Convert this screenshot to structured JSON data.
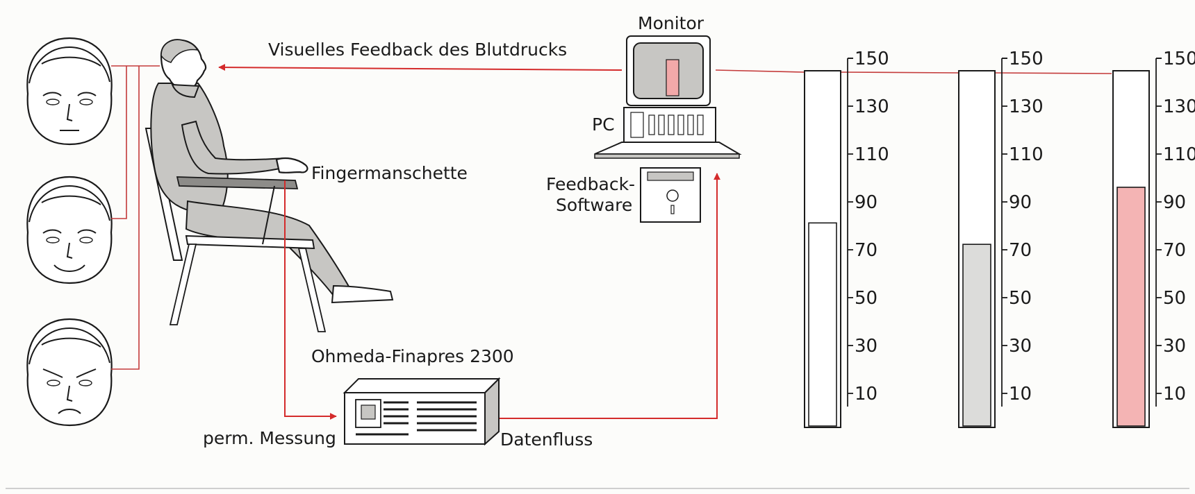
{
  "labels": {
    "monitor": "Monitor",
    "visual_feedback": "Visuelles Feedback des Blutdrucks",
    "pc": "PC",
    "feedback_software_line1": "Feedback-",
    "feedback_software_line2": "Software",
    "finger_cuff": "Fingermanschette",
    "device": "Ohmeda-Finapres 2300",
    "measurement": "perm. Messung",
    "data_flow": "Datenfluss"
  },
  "faces": [
    {
      "expression": "neutral"
    },
    {
      "expression": "happy"
    },
    {
      "expression": "angry"
    }
  ],
  "gauges": {
    "scale_min": 0,
    "scale_max": 150,
    "ticks": [
      "150",
      "130",
      "110",
      "90",
      "70",
      "50",
      "30",
      "10"
    ],
    "columns": [
      {
        "value": 86,
        "color": "#ffffff"
      },
      {
        "value": 77,
        "color": "#dcdcda"
      },
      {
        "value": 101,
        "color": "#f4b4b4"
      }
    ]
  },
  "colors": {
    "wire": "#d42b2b",
    "monitor_bar": "#f2a9a9"
  }
}
